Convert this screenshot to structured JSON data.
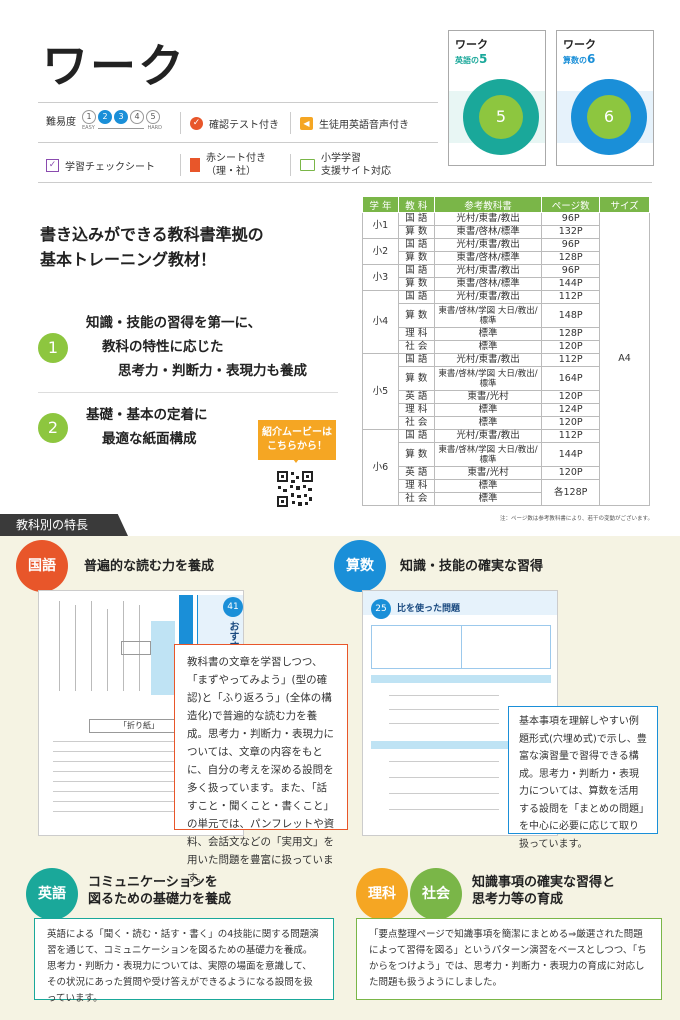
{
  "header": {
    "title": "ワーク"
  },
  "features": {
    "difficulty_label": "難易度",
    "difficulty_levels": [
      "1",
      "2",
      "3",
      "4",
      "5"
    ],
    "difficulty_active": [
      2,
      3
    ],
    "easy": "EASY",
    "hard": "HARD",
    "check_test": "確認テスト付き",
    "audio": "生徒用英語音声付き",
    "check_sheet": "学習チェックシート",
    "red_sheet_1": "赤シート付き",
    "red_sheet_2": "（理・社）",
    "site_1": "小学学習",
    "site_2": "支援サイト対応"
  },
  "covers": [
    {
      "title": "ワーク",
      "subject": "英語",
      "grade": "5",
      "color": "#1aa89a"
    },
    {
      "title": "ワーク",
      "subject": "算数",
      "grade": "6",
      "color": "#1a8fd8"
    }
  ],
  "table": {
    "headers": [
      "学 年",
      "教 科",
      "参考教科書",
      "ページ数",
      "サイズ"
    ],
    "size": "A4",
    "grades": [
      {
        "grade": "小1",
        "rows": [
          [
            "国 語",
            "光村/東書/教出",
            "96P"
          ],
          [
            "算 数",
            "東書/啓林/標準",
            "132P"
          ]
        ]
      },
      {
        "grade": "小2",
        "rows": [
          [
            "国 語",
            "光村/東書/教出",
            "96P"
          ],
          [
            "算 数",
            "東書/啓林/標準",
            "128P"
          ]
        ]
      },
      {
        "grade": "小3",
        "rows": [
          [
            "国 語",
            "光村/東書/教出",
            "96P"
          ],
          [
            "算 数",
            "東書/啓林/標準",
            "144P"
          ]
        ]
      },
      {
        "grade": "小4",
        "rows": [
          [
            "国 語",
            "光村/東書/教出",
            "112P"
          ],
          [
            "算 数",
            "東書/啓林/学図 大日/教出/標準",
            "148P"
          ],
          [
            "理 科",
            "標準",
            "128P"
          ],
          [
            "社 会",
            "標準",
            "120P"
          ]
        ]
      },
      {
        "grade": "小5",
        "rows": [
          [
            "国 語",
            "光村/東書/教出",
            "112P"
          ],
          [
            "算 数",
            "東書/啓林/学図 大日/教出/標準",
            "164P"
          ],
          [
            "英 語",
            "東書/光村",
            "120P"
          ],
          [
            "理 科",
            "標準",
            "124P"
          ],
          [
            "社 会",
            "標準",
            "120P"
          ]
        ]
      },
      {
        "grade": "小6",
        "rows": [
          [
            "国 語",
            "光村/東書/教出",
            "112P"
          ],
          [
            "算 数",
            "東書/啓林/学図 大日/教出/標準",
            "144P"
          ],
          [
            "英 語",
            "東書/光村",
            "120P"
          ],
          [
            "理 科",
            "標準",
            "各128P"
          ],
          [
            "社 会",
            "標準",
            ""
          ]
        ]
      }
    ],
    "note": "注：ページ数は参考教科書により、若干の変動がございます。"
  },
  "intro": {
    "heading_1": "書き込みができる教科書準拠の",
    "heading_2": "基本トレーニング教材！",
    "points": [
      {
        "num": "1",
        "lines": [
          "知識・技能の習得を第一に、",
          "教科の特性に応じた",
          "思考力・判断力・表現力も養成"
        ]
      },
      {
        "num": "2",
        "lines": [
          "基礎・基本の定着に",
          "最適な紙面構成"
        ]
      }
    ],
    "movie_1": "紹介ムービーは",
    "movie_2": "こちらから！"
  },
  "section_title": "教科別の特長",
  "subjects": {
    "japanese": {
      "label": "国語",
      "title": "普遍的な読む力を養成",
      "color": "#e8562a",
      "desc": "教科書の文章を学習しつつ、「まずやってみよう」(型の確認)と「ふり返ろう」(全体の構造化)で普遍的な読む力を養成。思考力・判断力・表現力については、文章の内容をもとに、自分の考えを深める設問を多く扱っています。また、「話すこと・聞くこと・書くこと」の単元では、パンフレットや資料、会話文などの「実用文」を用いた問題を豊富に扱っています。",
      "mock_lesson": "41",
      "mock_side": "おすすめ",
      "mock_box": "「折り紙」"
    },
    "math": {
      "label": "算数",
      "title": "知識・技能の確実な習得",
      "color": "#1a8fd8",
      "desc": "基本事項を理解しやすい例題形式(穴埋め式)で示し、豊富な演習量で習得できる構成。思考力・判断力・表現力については、算数を活用する設問を「まとめの問題」を中心に必要に応じて取り扱っています。",
      "mock_lesson": "25",
      "mock_title": "比を使った問題"
    },
    "english": {
      "label": "英語",
      "title_1": "コミュニケーションを",
      "title_2": "図るための基礎力を養成",
      "color": "#1aa89a",
      "desc": "英語による「聞く・読む・話す・書く」の4技能に関する問題演習を通じて、コミュニケーションを図るための基礎力を養成。思考力・判断力・表現力については、実際の場面を意識して、その状況にあった質問や受け答えができるようになる設問を扱っています。"
    },
    "science_social": {
      "label_1": "理科",
      "label_2": "社会",
      "title_1": "知識事項の確実な習得と",
      "title_2": "思考力等の育成",
      "color_1": "#f5a623",
      "color_2": "#7ab648",
      "desc": "「要点整理ページで知識事項を簡潔にまとめる⇒厳選された問題によって習得を図る」というパターン演習をベースとしつつ、「ちからをつけよう」では、思考力・判断力・表現力の育成に対応した問題も扱うようにしました。"
    }
  }
}
